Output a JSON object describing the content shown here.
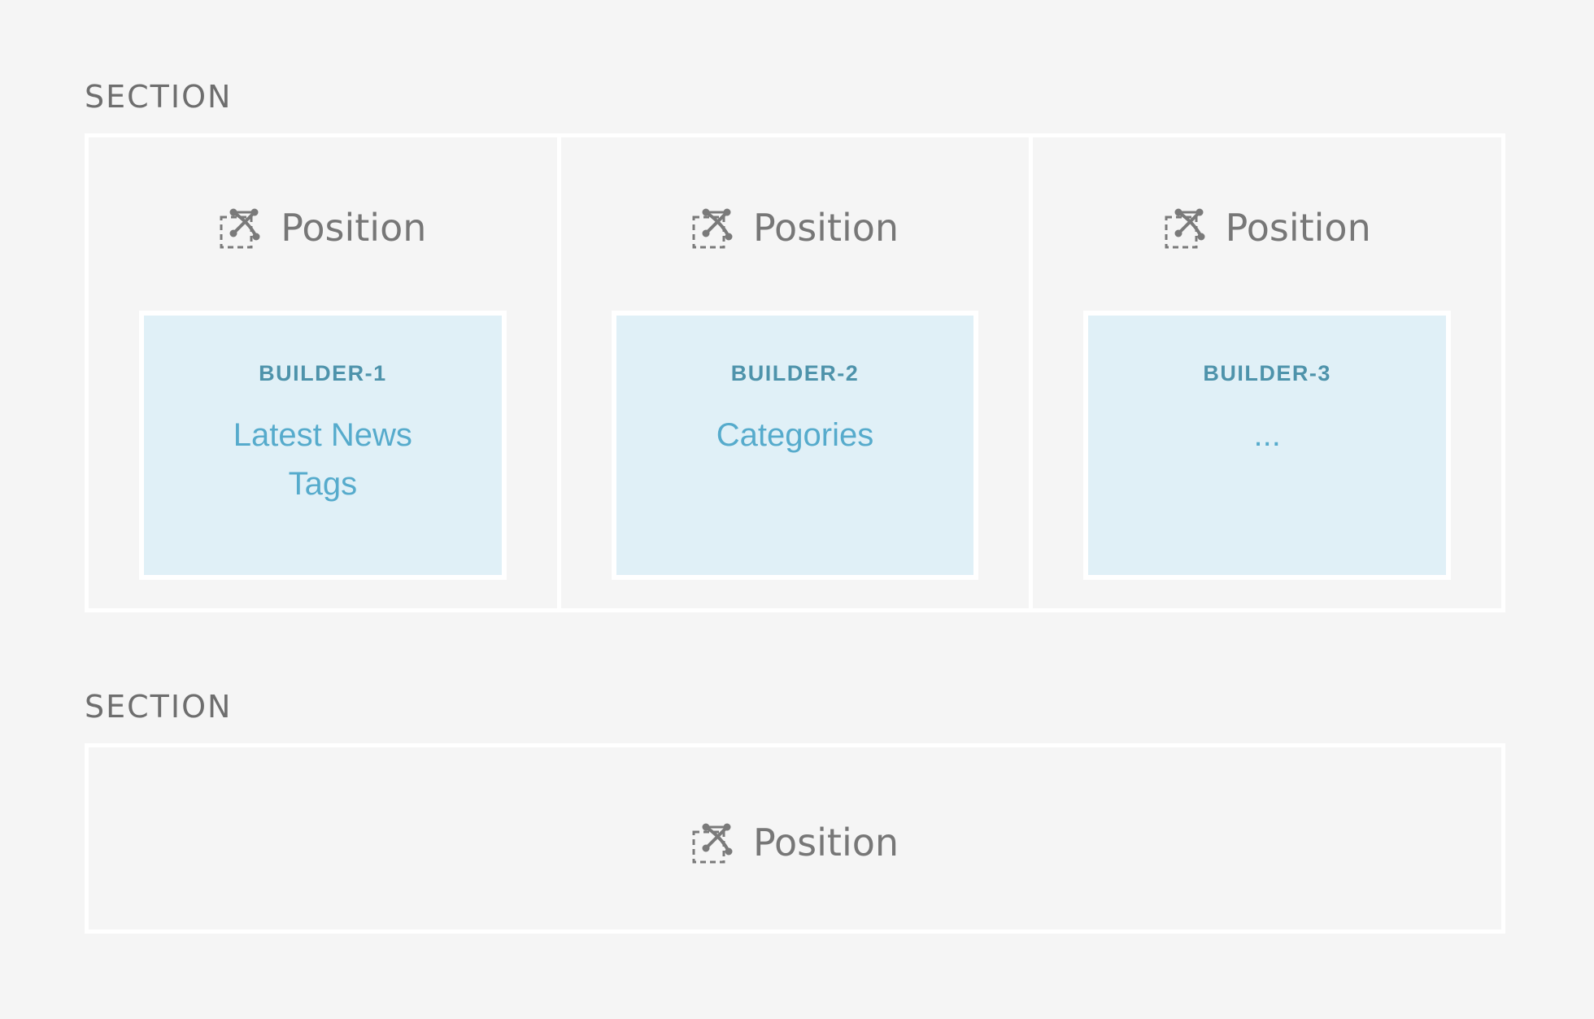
{
  "sections": [
    {
      "label": "SECTION",
      "columns": [
        {
          "position_label": "Position",
          "builder": {
            "title": "BUILDER-1",
            "items": [
              "Latest News",
              "Tags"
            ]
          }
        },
        {
          "position_label": "Position",
          "builder": {
            "title": "BUILDER-2",
            "items": [
              "Categories"
            ]
          }
        },
        {
          "position_label": "Position",
          "builder": {
            "title": "BUILDER-3",
            "items": [
              "..."
            ]
          }
        }
      ]
    },
    {
      "label": "SECTION",
      "position_label": "Position"
    }
  ],
  "colors": {
    "background": "#f5f5f5",
    "border": "#ffffff",
    "label_text": "#6e6e6e",
    "builder_bg": "#e0f0f7",
    "builder_title": "#4e93ab",
    "builder_item": "#56abcc"
  },
  "icons": {
    "position": "position-icon"
  }
}
